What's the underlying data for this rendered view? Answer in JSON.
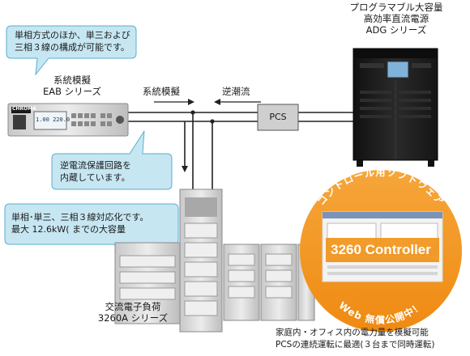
{
  "adg": {
    "line1": "プログラマブル大容量",
    "line2": "高効率直流電源",
    "line3": "ADG シリーズ"
  },
  "callout_top": {
    "line1": "単相方式のほか、単三および",
    "line2": "三相３線の構成が可能です。"
  },
  "eab": {
    "line1": "系統模擬",
    "line2": "EAB シリーズ",
    "brand": "CHROMA",
    "display": "1.00 220.0"
  },
  "flow": {
    "grid_sim": "系統模擬",
    "reverse": "逆潮流",
    "pcs": "PCS"
  },
  "callout_mid": {
    "line1": "逆電流保護回路を",
    "line2": "内蔵しています。"
  },
  "callout_load": {
    "line1": "単相･単三、三相３線対応化です。",
    "line2": "最大 12.6kW( までの大容量"
  },
  "load": {
    "line1": "交流電子負荷",
    "line2": "3260A シリーズ"
  },
  "software": {
    "arc_top": "コントロール用ソフトウェア",
    "title": "3260 Controller",
    "arc_bottom": "Web 無償公開中！"
  },
  "footer": {
    "line1": "家庭内・オフィス内の電力量を模擬可能",
    "line2": "PCSの連続運転に最適(３台まで同時運転)"
  },
  "colors": {
    "callout_fill": "#c6e6f2",
    "callout_stroke": "#5aaed0",
    "accent_orange": "#f29419",
    "cabinet_dark": "#1c1c1c",
    "device_silver": "#d9d9d9"
  }
}
